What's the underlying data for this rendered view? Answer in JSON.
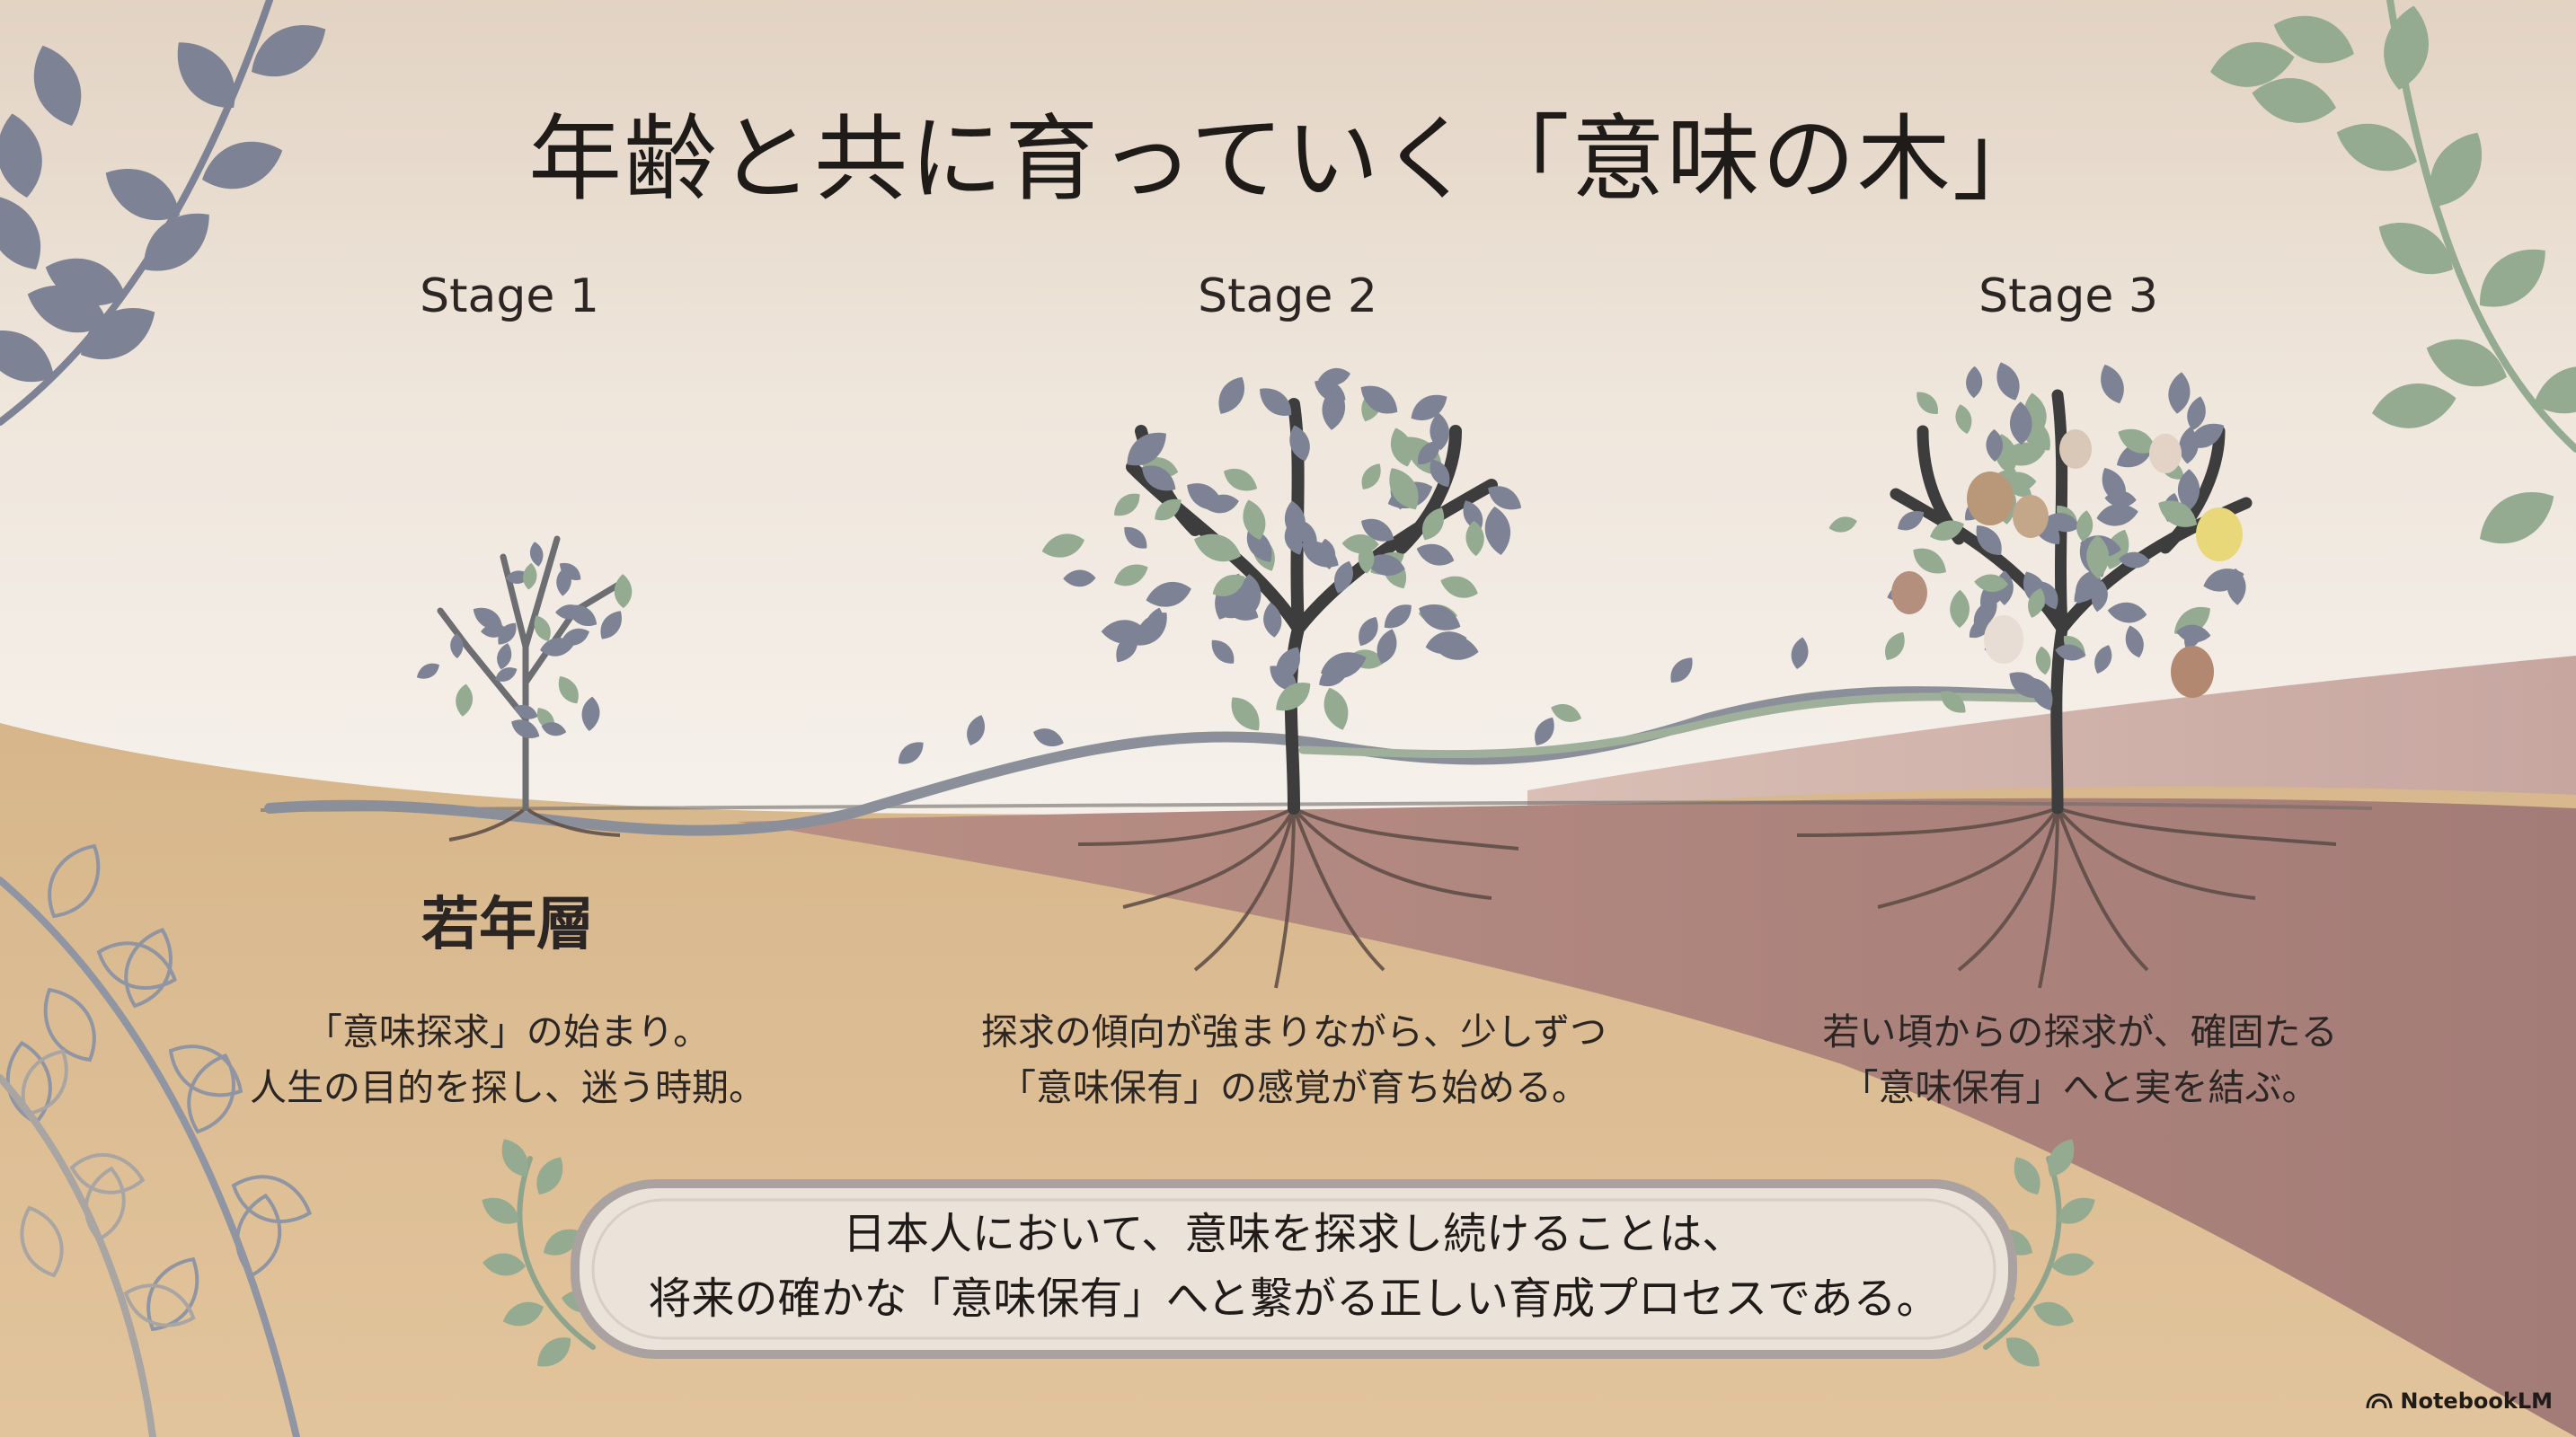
{
  "title": "年齢と共に育っていく「意味の木」",
  "stages": [
    {
      "label": "Stage 1",
      "name": "若年層",
      "lines": [
        "「意味探求」の始まり。",
        "人生の目的を探し、迷う時期。"
      ]
    },
    {
      "label": "Stage 2",
      "lines": [
        "探求の傾向が強まりながら、少しずつ",
        "「意味保有」の感覚が育ち始める。"
      ]
    },
    {
      "label": "Stage 3",
      "lines": [
        "若い頃からの探求が、確固たる",
        "「意味保有」へと実を結ぶ。"
      ]
    }
  ],
  "banner": {
    "lines": [
      "日本人において、意味を探求し続けることは、",
      "将来の確かな「意味保有」へと繋がる正しい育成プロセスである。"
    ]
  },
  "brand": {
    "label": "NotebookLM",
    "icon": "notebooklm-logo-icon"
  },
  "colors": {
    "leaf_slate": "#7d8395",
    "leaf_sage": "#94aa91",
    "trunk": "#3c3d3c",
    "soil_tan": "#d8b98f",
    "soil_mauve": "#a98079",
    "text": "#2b2624"
  }
}
